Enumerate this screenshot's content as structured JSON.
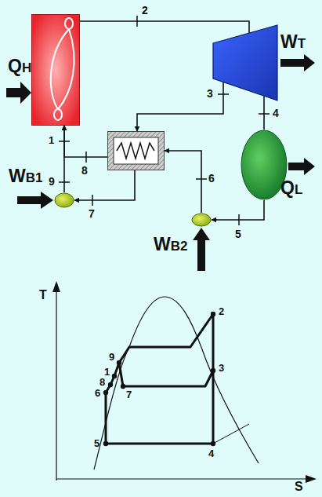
{
  "diagram": {
    "nodes": [
      {
        "text": [
          "QH"
        ]
      },
      {
        "text": [
          "WT"
        ]
      },
      {
        "text": []
      },
      {
        "text": [
          "QL"
        ]
      },
      {
        "text": [
          "WB1"
        ]
      },
      {
        "text": [
          "WB2"
        ]
      }
    ],
    "edges": [
      {
        "from": 0,
        "to": 1,
        "label": "2",
        "arrow": "none"
      },
      {
        "from": 1,
        "to": 2,
        "label": "3",
        "arrow": "to"
      },
      {
        "from": 1,
        "to": 3,
        "label": "4",
        "arrow": "none"
      },
      {
        "from": 3,
        "to": 5,
        "label": "5",
        "arrow": "to"
      },
      {
        "from": 5,
        "to": 2,
        "label": "6",
        "arrow": "to"
      },
      {
        "from": 2,
        "to": 4,
        "label": "7",
        "arrow": "to"
      },
      {
        "from": 2,
        "to": 0,
        "label": "8",
        "arrow": "to"
      },
      {
        "from": 4,
        "to": 0,
        "label": "9",
        "arrow": "to"
      }
    ],
    "labels": [
      "1",
      "T",
      "S",
      "2",
      "3",
      "9",
      "1",
      "8",
      "6",
      "7",
      "5",
      "4"
    ]
  }
}
